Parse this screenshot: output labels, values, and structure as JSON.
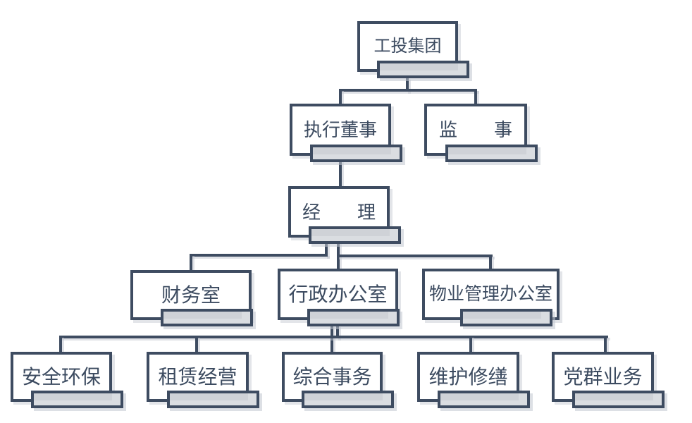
{
  "diagram": {
    "type": "org-chart",
    "colors": {
      "line": "#3e4c61",
      "text": "#3c4b60",
      "box_fill": "#ffffff",
      "tag_fill": "#cfd2d7",
      "tag_highlight": "#dadde1",
      "shadow": "#c1c6cf",
      "background": "#ffffff"
    },
    "nodes": [
      {
        "id": "root",
        "label": "工投集团",
        "level": 1,
        "reports_to": null
      },
      {
        "id": "exec",
        "label": "执行董事",
        "level": 2,
        "reports_to": "工投集团"
      },
      {
        "id": "supervisor",
        "label": "监　　事",
        "level": 2,
        "reports_to": "工投集团"
      },
      {
        "id": "manager",
        "label": "经　　理",
        "level": 3,
        "reports_to": "执行董事"
      },
      {
        "id": "finance",
        "label": "财务室",
        "level": 4,
        "reports_to": "经理"
      },
      {
        "id": "admin",
        "label": "行政办公室",
        "level": 4,
        "reports_to": "经理"
      },
      {
        "id": "property",
        "label": "物业管理办公室",
        "level": 4,
        "reports_to": "经理"
      },
      {
        "id": "safety",
        "label": "安全环保",
        "level": 5,
        "reports_to": "行政办公室"
      },
      {
        "id": "leasing",
        "label": "租赁经营",
        "level": 5,
        "reports_to": "行政办公室"
      },
      {
        "id": "general",
        "label": "综合事务",
        "level": 5,
        "reports_to": "行政办公室"
      },
      {
        "id": "maintenance",
        "label": "维护修缮",
        "level": 5,
        "reports_to": "行政办公室"
      },
      {
        "id": "party",
        "label": "党群业务",
        "level": 5,
        "reports_to": "行政办公室"
      }
    ],
    "edges": [
      [
        "工投集团",
        "执行董事"
      ],
      [
        "工投集团",
        "监事"
      ],
      [
        "执行董事",
        "经理"
      ],
      [
        "经理",
        "财务室"
      ],
      [
        "经理",
        "行政办公室"
      ],
      [
        "经理",
        "物业管理办公室"
      ],
      [
        "行政办公室",
        "安全环保"
      ],
      [
        "行政办公室",
        "租赁经营"
      ],
      [
        "行政办公室",
        "综合事务"
      ],
      [
        "行政办公室",
        "维护修缮"
      ],
      [
        "行政办公室",
        "党群业务"
      ]
    ]
  }
}
